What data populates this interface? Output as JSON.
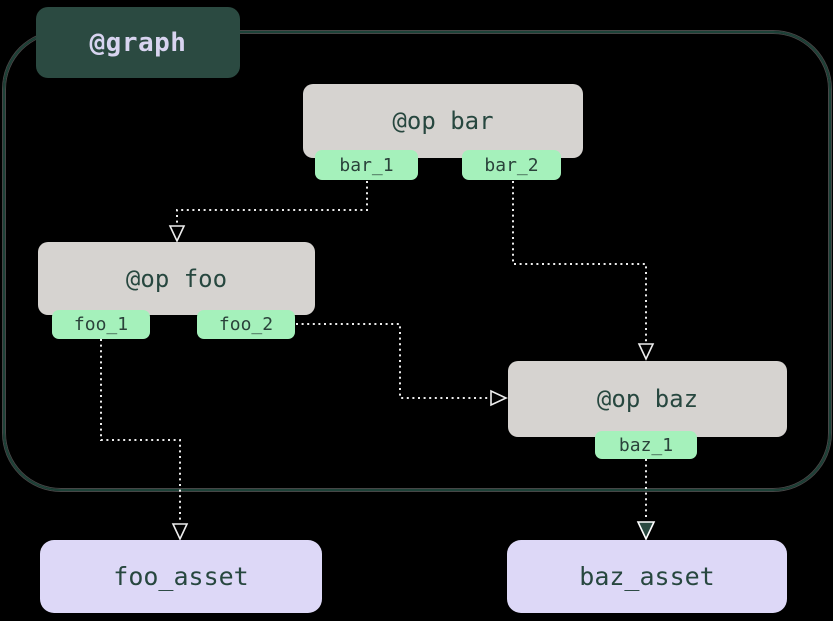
{
  "diagram": {
    "graph": {
      "label": "@graph"
    },
    "ops": [
      {
        "id": "bar",
        "label": "@op bar",
        "outputs": [
          "bar_1",
          "bar_2"
        ]
      },
      {
        "id": "foo",
        "label": "@op foo",
        "outputs": [
          "foo_1",
          "foo_2"
        ]
      },
      {
        "id": "baz",
        "label": "@op baz",
        "outputs": [
          "baz_1"
        ]
      }
    ],
    "assets": [
      {
        "id": "foo_asset",
        "label": "foo_asset"
      },
      {
        "id": "baz_asset",
        "label": "baz_asset"
      }
    ],
    "edges": [
      {
        "from": "bar.bar_1",
        "to": "op foo",
        "arrow": "open"
      },
      {
        "from": "bar.bar_2",
        "to": "op baz",
        "arrow": "open"
      },
      {
        "from": "foo.foo_2",
        "to": "op baz",
        "arrow": "open"
      },
      {
        "from": "foo.foo_1",
        "to": "foo_asset",
        "arrow": "open"
      },
      {
        "from": "baz.baz_1",
        "to": "baz_asset",
        "arrow": "filled"
      }
    ],
    "colors": {
      "background": "#000000",
      "graph_fill": "#2b4a41",
      "graph_text": "#d8d4f0",
      "container_border": "#1d4238",
      "op_fill": "#d6d3d0",
      "op_text": "#27473f",
      "output_tag_fill": "#a5f1bb",
      "output_tag_text": "#2a423a",
      "asset_fill": "#ddd8f7",
      "asset_text": "#27473f",
      "edge_line": "#ededed"
    }
  }
}
